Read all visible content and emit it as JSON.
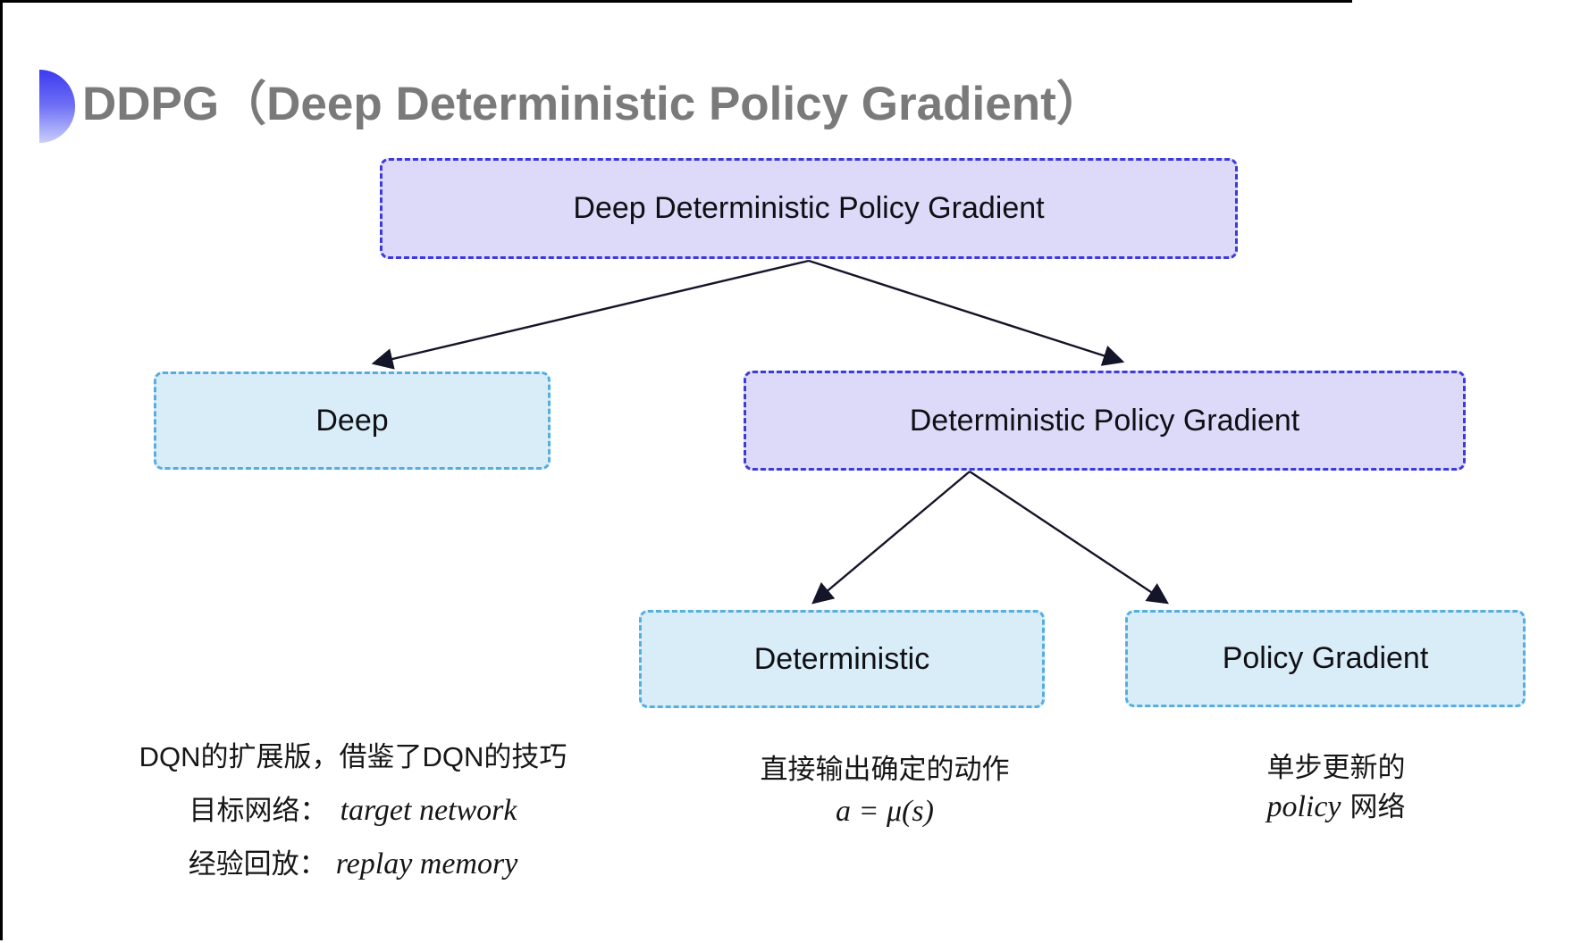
{
  "slide": {
    "title": "DDPG（Deep Deterministic Policy Gradient）"
  },
  "tree": {
    "root": {
      "label": "Deep Deterministic Policy Gradient"
    },
    "children": [
      {
        "label": "Deep"
      },
      {
        "label": "Deterministic Policy Gradient"
      }
    ],
    "grandchildren": [
      {
        "label": "Deterministic"
      },
      {
        "label": "Policy Gradient"
      }
    ]
  },
  "notes": {
    "deep": {
      "line1": "DQN的扩展版，借鉴了DQN的技巧",
      "target_label": "目标网络：",
      "target_value": "target network",
      "replay_label": "经验回放：",
      "replay_value": "replay memory"
    },
    "deterministic": {
      "line1": "直接输出确定的动作",
      "formula": "a = μ(s)"
    },
    "policy_gradient": {
      "line1": "单步更新的",
      "word_en": "policy",
      "word_zh": "网络"
    }
  },
  "colors": {
    "title_gray": "#7a7a7a",
    "purple_fill": "#dcd9f9",
    "purple_border": "#3d3bd8",
    "blue_fill": "#d9edf9",
    "blue_border": "#55aede",
    "arrow": "#15152a",
    "bullet_gradient_top": "#3c3af0",
    "bullet_gradient_bottom": "#c9cffb"
  }
}
